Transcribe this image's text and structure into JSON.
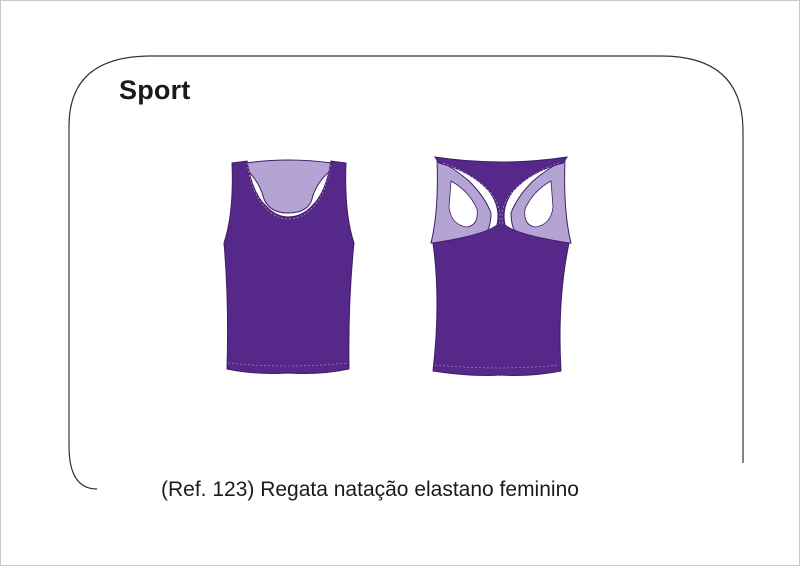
{
  "title": "Sport",
  "caption": "(Ref. 123) Regata natação elastano feminino",
  "colors": {
    "body": "#56288a",
    "contrast": "#b3a4d4",
    "outline": "#3e1d66",
    "frame": "#333333"
  },
  "views": [
    {
      "name": "front-view"
    },
    {
      "name": "back-view"
    }
  ]
}
